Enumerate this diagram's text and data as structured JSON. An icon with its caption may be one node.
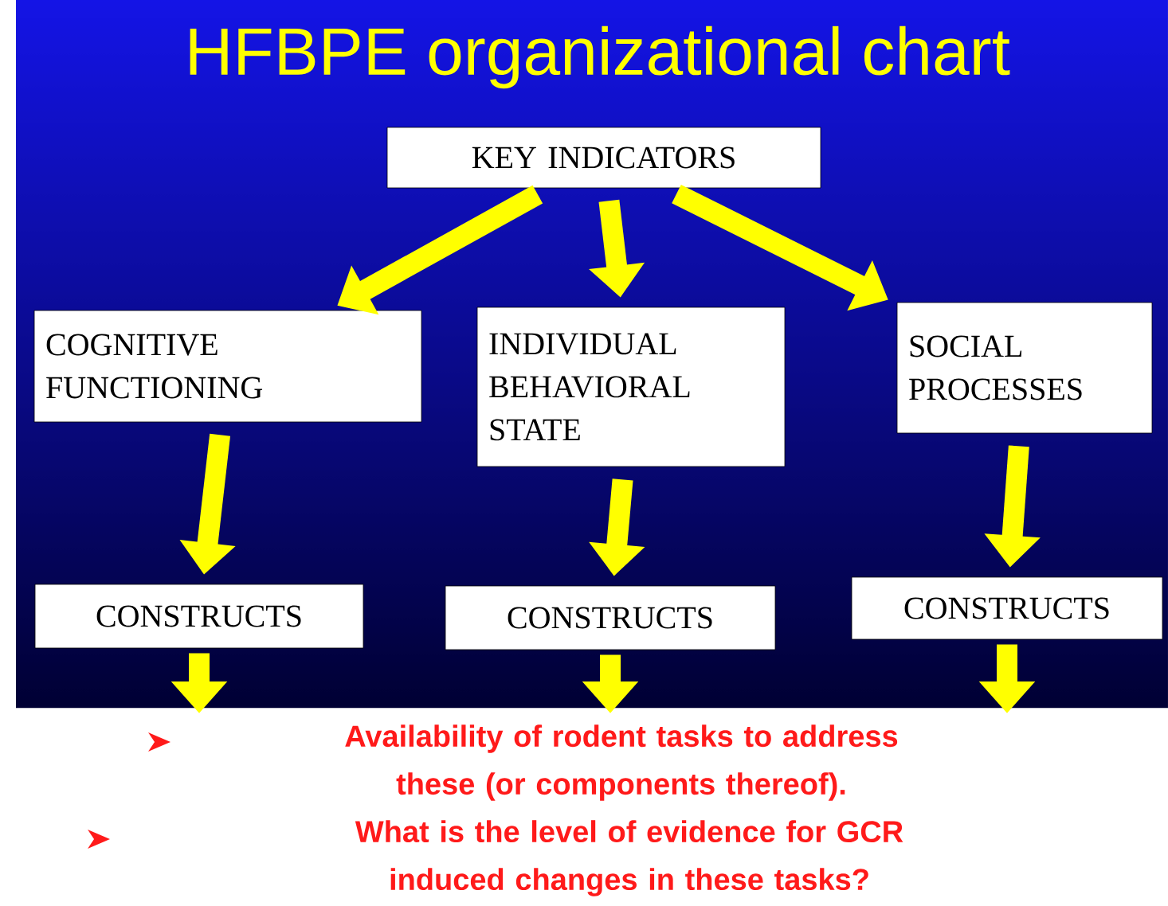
{
  "diagram": {
    "title": "HFBPE organizational chart",
    "nodes": [
      {
        "text": [
          "KEY INDICATORS"
        ]
      },
      {
        "text": [
          "COGNITIVE FUNCTIONING"
        ]
      },
      {
        "text": [
          "INDIVIDUAL BEHAVIORAL STATE"
        ]
      },
      {
        "text": [
          "SOCIAL PROCESSES"
        ]
      },
      {
        "text": [
          "CONSTRUCTS"
        ]
      },
      {
        "text": [
          "CONSTRUCTS"
        ]
      },
      {
        "text": [
          "CONSTRUCTS"
        ]
      }
    ],
    "edges": [
      {
        "from": 0,
        "to": 1,
        "arrow": "to"
      },
      {
        "from": 0,
        "to": 2,
        "arrow": "to"
      },
      {
        "from": 0,
        "to": 3,
        "arrow": "to"
      },
      {
        "from": 1,
        "to": 4,
        "arrow": "to"
      },
      {
        "from": 2,
        "to": 5,
        "arrow": "to"
      },
      {
        "from": 3,
        "to": 6,
        "arrow": "to"
      },
      {
        "from": 4,
        "to": null,
        "arrow": "to"
      },
      {
        "from": 5,
        "to": null,
        "arrow": "to"
      },
      {
        "from": 6,
        "to": null,
        "arrow": "to"
      }
    ],
    "labels": [
      "Availability of rodent tasks to address these (or components thereof).",
      "What is the level of evidence for GCR induced changes in these tasks?"
    ]
  }
}
